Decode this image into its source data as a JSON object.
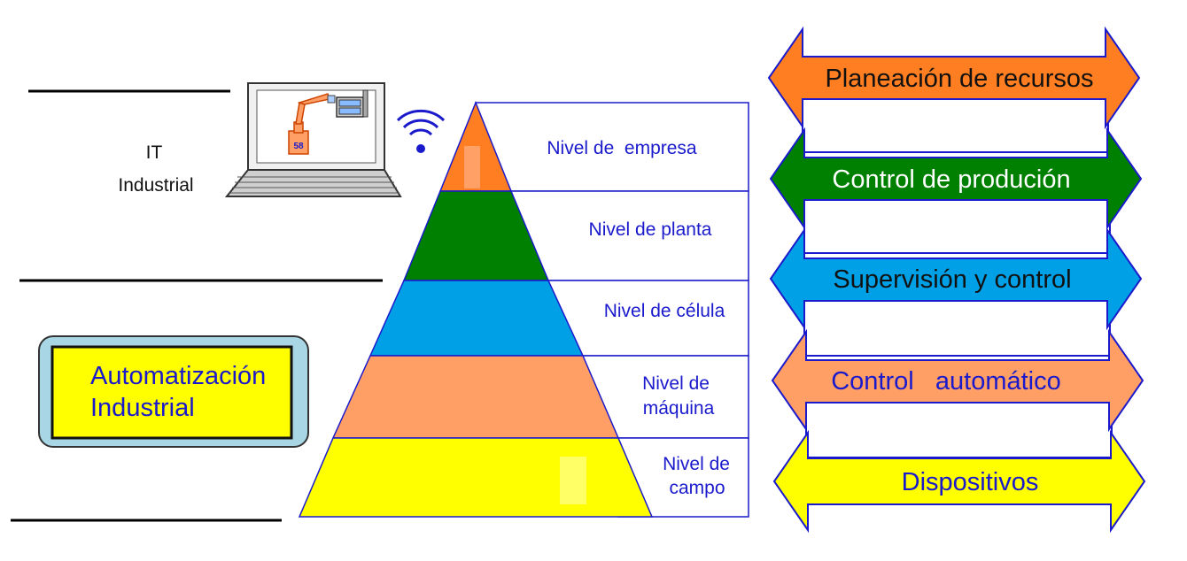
{
  "it_section": {
    "line1": "IT",
    "line2": "Industrial"
  },
  "automation_box": {
    "line1": "Automatización",
    "line2": "Industrial"
  },
  "laptop": {
    "robot_badge": "58"
  },
  "pyramid_levels": [
    {
      "lines": [
        "Nivel de  empresa"
      ],
      "color": "#ff7e21"
    },
    {
      "lines": [
        "Nivel de planta"
      ],
      "color": "#008000"
    },
    {
      "lines": [
        "Nivel de célula"
      ],
      "color": "#00a0e6"
    },
    {
      "lines": [
        "Nivel de",
        "máquina"
      ],
      "color": "#ff9f66"
    },
    {
      "lines": [
        "Nivel de",
        "campo"
      ],
      "color": "#ffff00"
    }
  ],
  "arrows": [
    {
      "label": "Planeación de recursos",
      "color": "#ff7e21",
      "text_color": "#111111"
    },
    {
      "label": "Control de produción",
      "color": "#008000",
      "text_color": "#ffffff"
    },
    {
      "label": "Supervisión y control",
      "color": "#00a0e6",
      "text_color": "#111111"
    },
    {
      "label": "Control   automático",
      "color": "#ff9f66",
      "text_color": "#1a1acc"
    },
    {
      "label": "Dispositivos",
      "color": "#ffff00",
      "text_color": "#1a1acc"
    }
  ],
  "colors": {
    "outline": "#1a1acc",
    "box_frame": "#a9d6e5",
    "box_fill": "#ffff00"
  }
}
